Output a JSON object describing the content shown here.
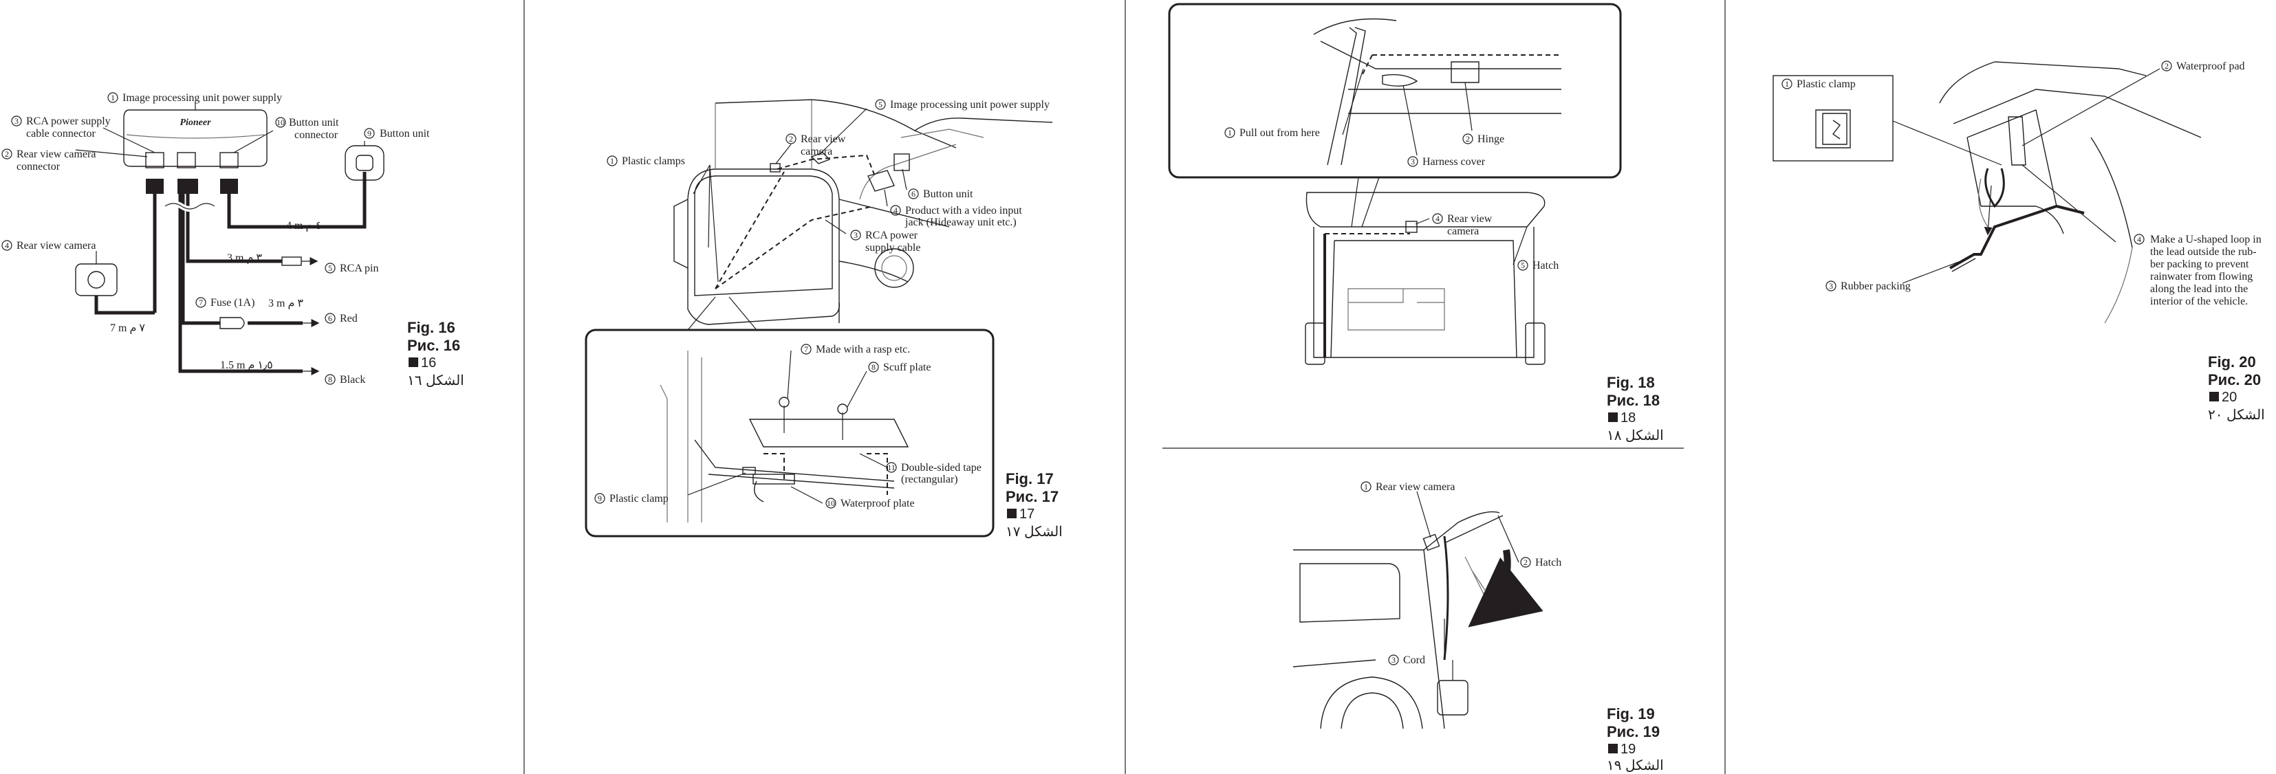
{
  "fig16": {
    "caption": [
      "Fig. 16",
      "Рис. 16",
      "16",
      "الشكل ١٦"
    ],
    "labels": [
      {
        "n": "1",
        "text": "Image processing unit power supply"
      },
      {
        "n": "3",
        "text": "RCA power supply"
      },
      {
        "n": "",
        "text": "cable connector"
      },
      {
        "n": "2",
        "text": "Rear view camera"
      },
      {
        "n": "",
        "text": "connector"
      },
      {
        "n": "10",
        "text": "Button unit"
      },
      {
        "n": "",
        "text": "connector"
      },
      {
        "n": "9",
        "text": "Button unit"
      },
      {
        "n": "4",
        "text": "Rear view camera"
      },
      {
        "n": "5",
        "text": "RCA pin"
      },
      {
        "n": "7",
        "text": "Fuse (1A)"
      },
      {
        "n": "6",
        "text": "Red"
      },
      {
        "n": "8",
        "text": "Black"
      }
    ],
    "lengths": [
      "4 m ٤ م",
      "3 m ٣ م",
      "3 m ٣ م",
      "7 m ٧ م",
      "1.5 m ١٫٥ م"
    ],
    "logo": "Pioneer"
  },
  "fig17": {
    "caption": [
      "Fig. 17",
      "Рис. 17",
      "17",
      "الشكل ١٧"
    ],
    "labels": [
      {
        "n": "5",
        "text": "Image processing unit power supply"
      },
      {
        "n": "2",
        "text": "Rear view"
      },
      {
        "n": "",
        "text": "camera"
      },
      {
        "n": "1",
        "text": "Plastic clamps"
      },
      {
        "n": "6",
        "text": "Button unit"
      },
      {
        "n": "4",
        "text": "Product with a video input"
      },
      {
        "n": "",
        "text": "jack (Hideaway unit etc.)"
      },
      {
        "n": "3",
        "text": "RCA power"
      },
      {
        "n": "",
        "text": "supply cable"
      },
      {
        "n": "7",
        "text": "Made with a rasp etc."
      },
      {
        "n": "8",
        "text": "Scuff plate"
      },
      {
        "n": "11",
        "text": "Double-sided tape"
      },
      {
        "n": "",
        "text": "(rectangular)"
      },
      {
        "n": "9",
        "text": "Plastic clamp"
      },
      {
        "n": "10",
        "text": "Waterproof plate"
      }
    ]
  },
  "fig18": {
    "caption": [
      "Fig. 18",
      "Рис. 18",
      "18",
      "الشكل ١٨"
    ],
    "labels": [
      {
        "n": "1",
        "text": "Pull out from here"
      },
      {
        "n": "2",
        "text": "Hinge"
      },
      {
        "n": "3",
        "text": "Harness cover"
      },
      {
        "n": "4",
        "text": "Rear view"
      },
      {
        "n": "",
        "text": "camera"
      },
      {
        "n": "5",
        "text": "Hatch"
      }
    ]
  },
  "fig19": {
    "caption": [
      "Fig. 19",
      "Рис. 19",
      "19",
      "الشكل ١٩"
    ],
    "labels": [
      {
        "n": "1",
        "text": "Rear view camera"
      },
      {
        "n": "2",
        "text": "Hatch"
      },
      {
        "n": "3",
        "text": "Cord"
      }
    ]
  },
  "fig20": {
    "caption": [
      "Fig. 20",
      "Рис. 20",
      "20",
      "الشكل ٢٠"
    ],
    "labels": [
      {
        "n": "1",
        "text": "Plastic clamp"
      },
      {
        "n": "2",
        "text": "Waterproof pad"
      },
      {
        "n": "3",
        "text": "Rubber packing"
      },
      {
        "n": "4",
        "text": "Make a U-shaped loop in"
      },
      {
        "n": "",
        "text": "the lead outside the rub-"
      },
      {
        "n": "",
        "text": "ber packing to prevent"
      },
      {
        "n": "",
        "text": "rainwater from flowing"
      },
      {
        "n": "",
        "text": "along the lead into the"
      },
      {
        "n": "",
        "text": "interior of the vehicle."
      }
    ]
  }
}
